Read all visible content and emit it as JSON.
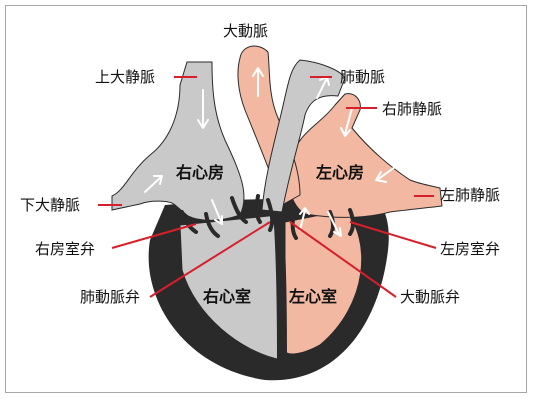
{
  "colors": {
    "right_side": "#c9c9c9",
    "left_side": "#f2b8a2",
    "wall": "#2a2a2a",
    "leader_line": "#d71f2b",
    "flow_arrow": "#ffffff"
  },
  "labels": {
    "aorta": "大動脈",
    "superior_vena_cava": "上大静脈",
    "pulmonary_artery": "肺動脈",
    "right_pulmonary_vein": "右肺静脈",
    "right_atrium": "右心房",
    "left_atrium": "左心房",
    "inferior_vena_cava": "下大静脈",
    "left_pulmonary_vein": "左肺静脈",
    "tricuspid_valve": "右房室弁",
    "mitral_valve": "左房室弁",
    "right_ventricle": "右心室",
    "left_ventricle": "左心室",
    "pulmonary_valve": "肺動脈弁",
    "aortic_valve": "大動脈弁"
  }
}
